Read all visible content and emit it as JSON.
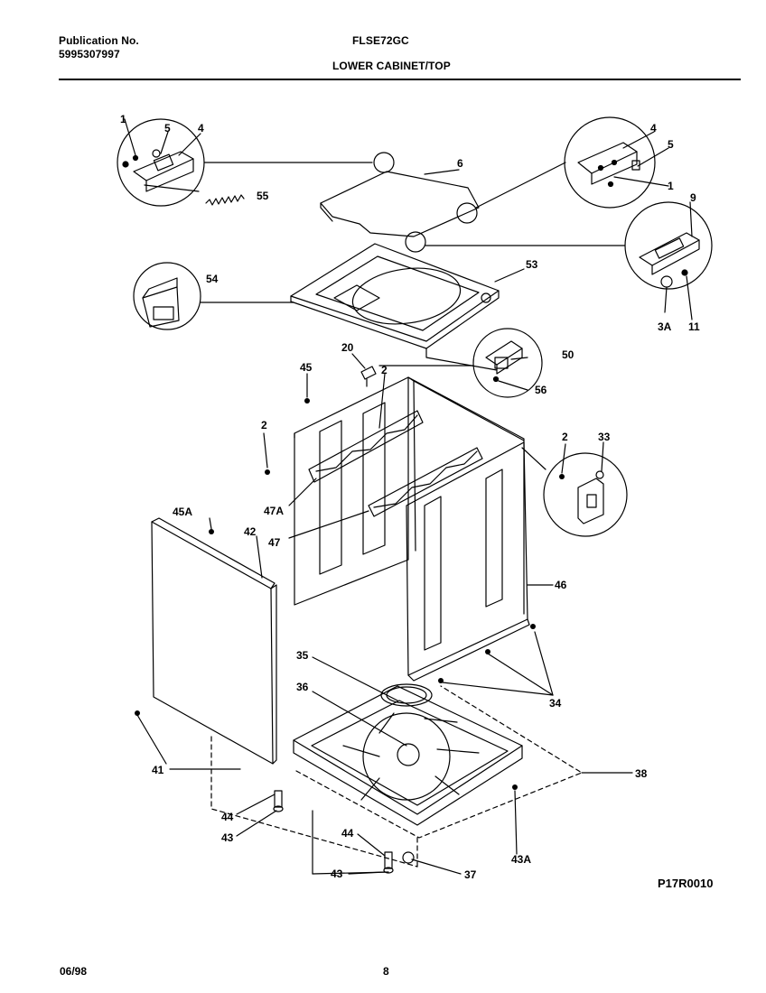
{
  "header": {
    "publication_label": "Publication No.",
    "publication_number": "5995307997",
    "model": "FLSE72GC",
    "section_title": "LOWER CABINET/TOP"
  },
  "footer": {
    "date": "06/98",
    "page_number": "8"
  },
  "drawing_code": "P17R0010",
  "part_labels": {
    "p1": "1",
    "p5": "5",
    "p4": "4",
    "p6": "6",
    "p55": "55",
    "p4b": "4",
    "p5b": "5",
    "p1b": "1",
    "p9": "9",
    "p53": "53",
    "p54": "54",
    "p3a": "3A",
    "p11": "11",
    "p20": "20",
    "p2a": "2",
    "p45": "45",
    "p50": "50",
    "p56": "56",
    "p2b": "2",
    "p2c": "2",
    "p33": "33",
    "p47a": "47A",
    "p45a": "45A",
    "p42": "42",
    "p47": "47",
    "p46": "46",
    "p35": "35",
    "p36": "36",
    "p34": "34",
    "p41": "41",
    "p38": "38",
    "p44a": "44",
    "p43a": "43",
    "p44b": "44",
    "p43b": "43",
    "p37": "37",
    "p43c": "43A"
  }
}
